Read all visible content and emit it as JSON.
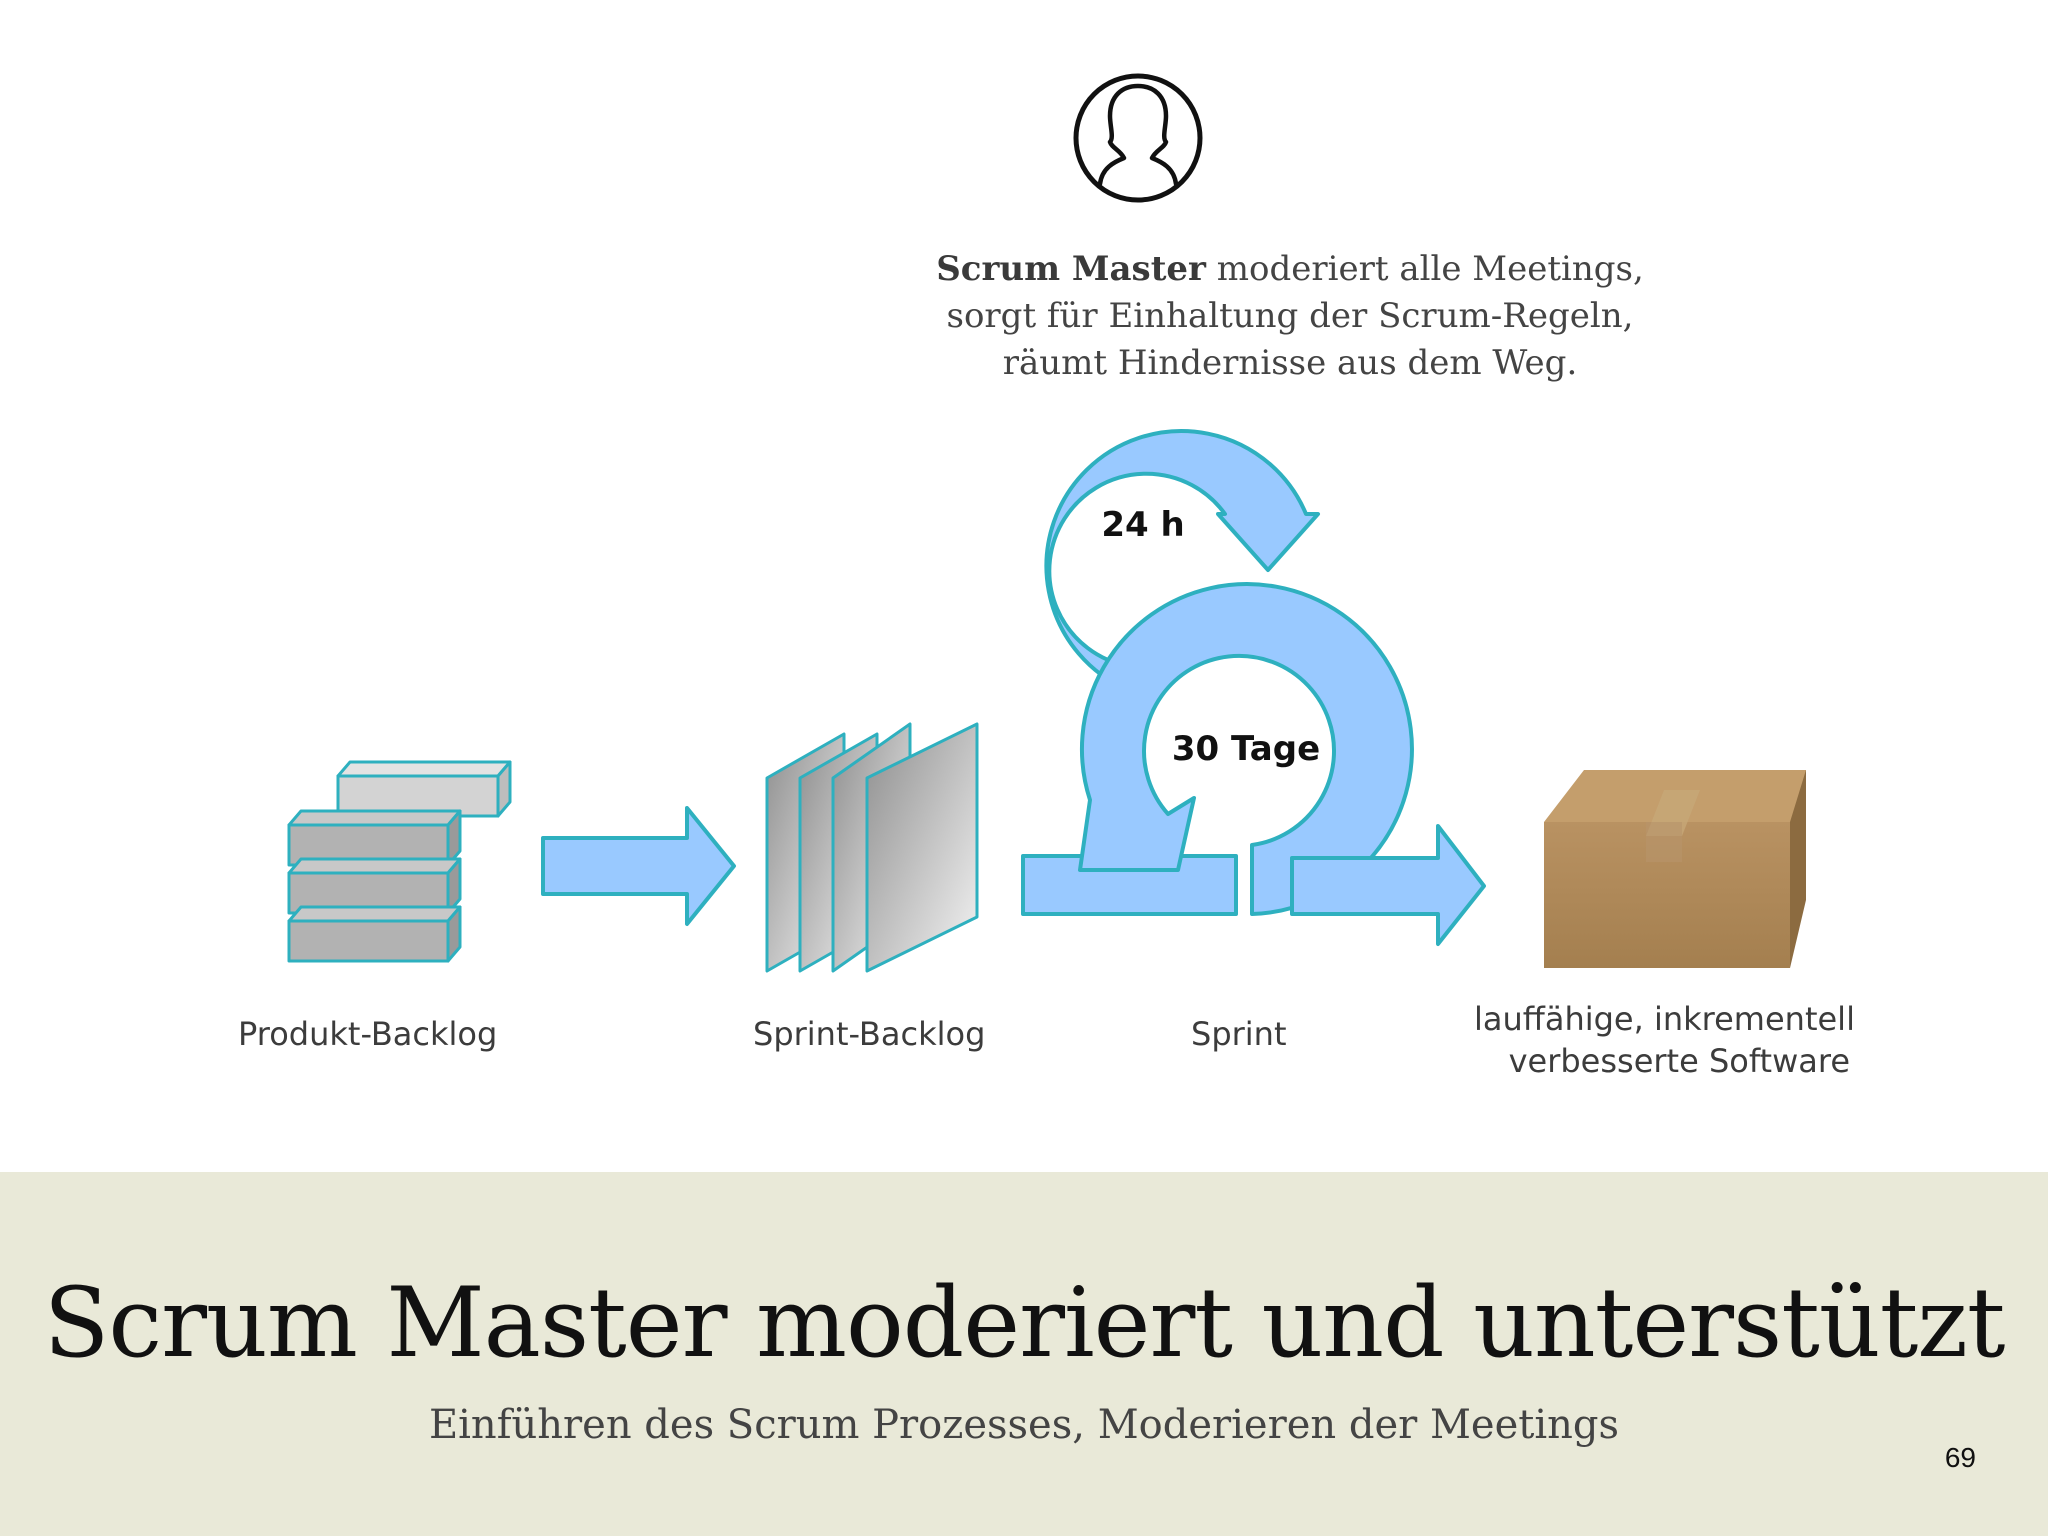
{
  "role": {
    "icon": "person-icon",
    "name": "Scrum Master",
    "description_lines": [
      "moderiert alle Meetings,",
      "sorgt für Einhaltung der Scrum-Regeln,",
      "räumt Hindernisse aus dem Weg."
    ]
  },
  "cycles": {
    "daily": "24 h",
    "sprint": "30 Tage"
  },
  "stages": [
    {
      "label": "Produkt-Backlog"
    },
    {
      "label": "Sprint-Backlog"
    },
    {
      "label": "Sprint"
    },
    {
      "label_lines": [
        "lauffähige, inkrementell",
        "verbesserte Software"
      ]
    }
  ],
  "footer": {
    "title": "Scrum Master moderiert und unterstützt",
    "subtitle": "Einführen des Scrum Prozesses, Moderieren der Meetings",
    "page_number": "69"
  },
  "colors": {
    "arrow_fill": "#99c9ff",
    "arrow_stroke": "#2eb0bf",
    "box_brown": "#b08a5a",
    "footer_bg": "#e9e9d8"
  }
}
